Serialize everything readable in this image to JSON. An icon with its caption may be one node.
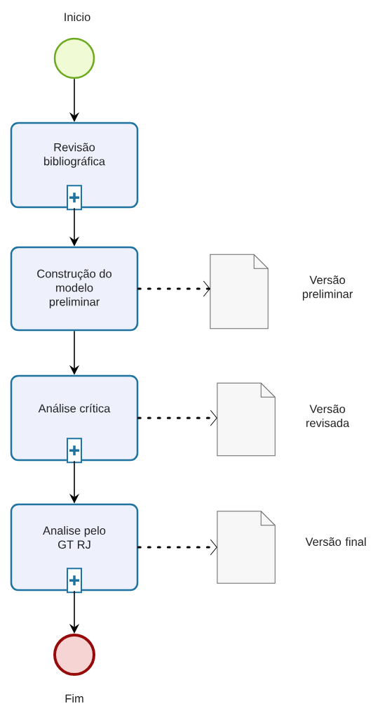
{
  "diagram": {
    "nodes": [
      {
        "text": [
          "Inicio"
        ]
      },
      {
        "text": [
          "Revisão bibliográfica"
        ]
      },
      {
        "text": [
          "Construção do modelo preliminar"
        ]
      },
      {
        "text": [],
        "shape": "document",
        "beside": [
          "Versão preliminar"
        ]
      },
      {
        "text": [
          "Análise crítica"
        ]
      },
      {
        "text": [],
        "shape": "document",
        "beside": [
          "Versão revisada"
        ]
      },
      {
        "text": [
          "Analise pelo GT RJ"
        ]
      },
      {
        "text": [],
        "shape": "document",
        "beside": [
          "Versão final"
        ]
      },
      {
        "text": [
          "Fim"
        ]
      }
    ],
    "edges": [
      {
        "from": 0,
        "to": 1,
        "arrow": "to"
      },
      {
        "from": 1,
        "to": 2,
        "arrow": "to"
      },
      {
        "from": 2,
        "to": 3,
        "arrow": "to",
        "style": "dashed"
      },
      {
        "from": 2,
        "to": 4,
        "arrow": "to"
      },
      {
        "from": 4,
        "to": 5,
        "arrow": "to",
        "style": "dashed"
      },
      {
        "from": 4,
        "to": 6,
        "arrow": "to"
      },
      {
        "from": 6,
        "to": 7,
        "arrow": "to",
        "style": "dashed"
      },
      {
        "from": 6,
        "to": 8,
        "arrow": "to"
      }
    ]
  }
}
